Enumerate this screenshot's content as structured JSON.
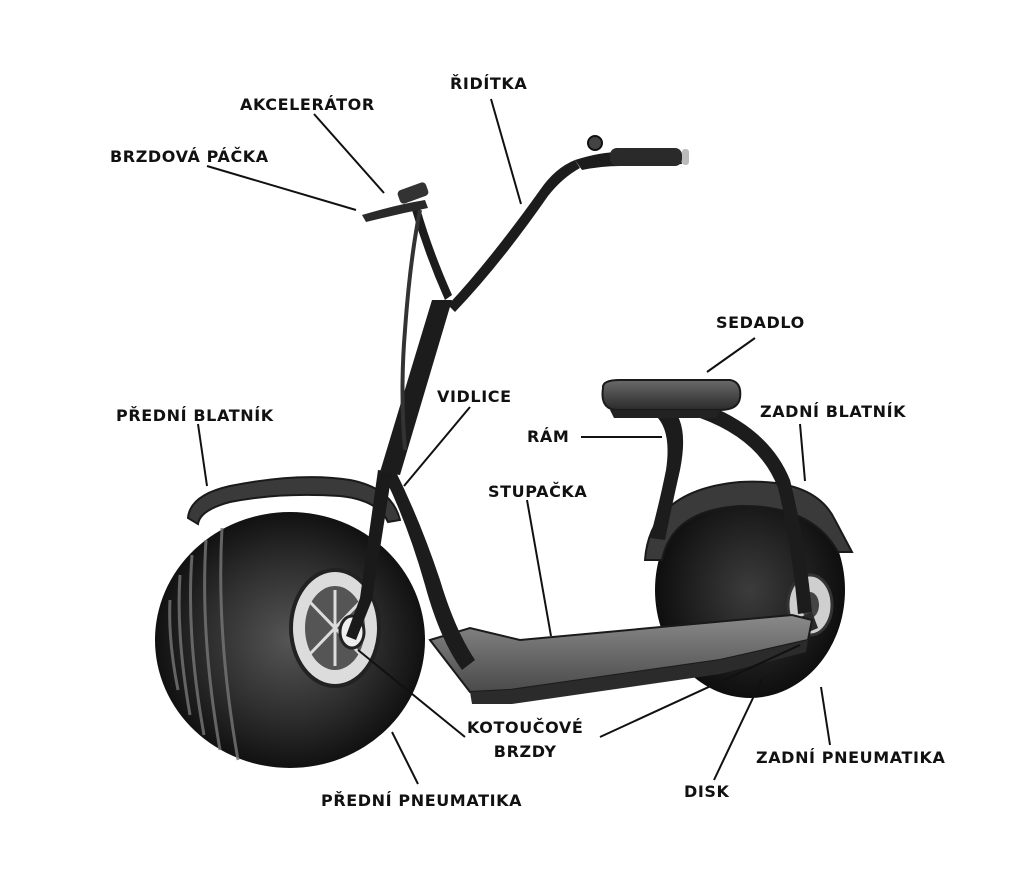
{
  "labels": {
    "akcelerator": "AKCELERÁTOR",
    "riditka": "ŘIDÍTKA",
    "brzdova_packa": "BRZDOVÁ PÁČKA",
    "sedadlo": "SEDADLO",
    "predni_blatnik": "PŘEDNÍ BLATNÍK",
    "vidlice": "VIDLICE",
    "zadni_blatnik": "ZADNÍ BLATNÍK",
    "ram": "RÁM",
    "stupacka": "STUPAČKA",
    "kotoucove_brzdy": [
      "KOTOUČOVÉ",
      "BRZDY"
    ],
    "zadni_pneumatika": "ZADNÍ PNEUMATIKA",
    "disk": "DISK",
    "predni_pneumatika": "PŘEDNÍ PNEUMATIKA"
  },
  "colors": {
    "background": "#ffffff",
    "label_text": "#111111",
    "leader_line": "#111111",
    "tire": "#2a2a2a",
    "frame": "#1c1c1c",
    "deck": "#6e6e6e",
    "seat": "#4a4a4a",
    "fender": "#3a3a3a",
    "disc": "#d8d8d8"
  }
}
